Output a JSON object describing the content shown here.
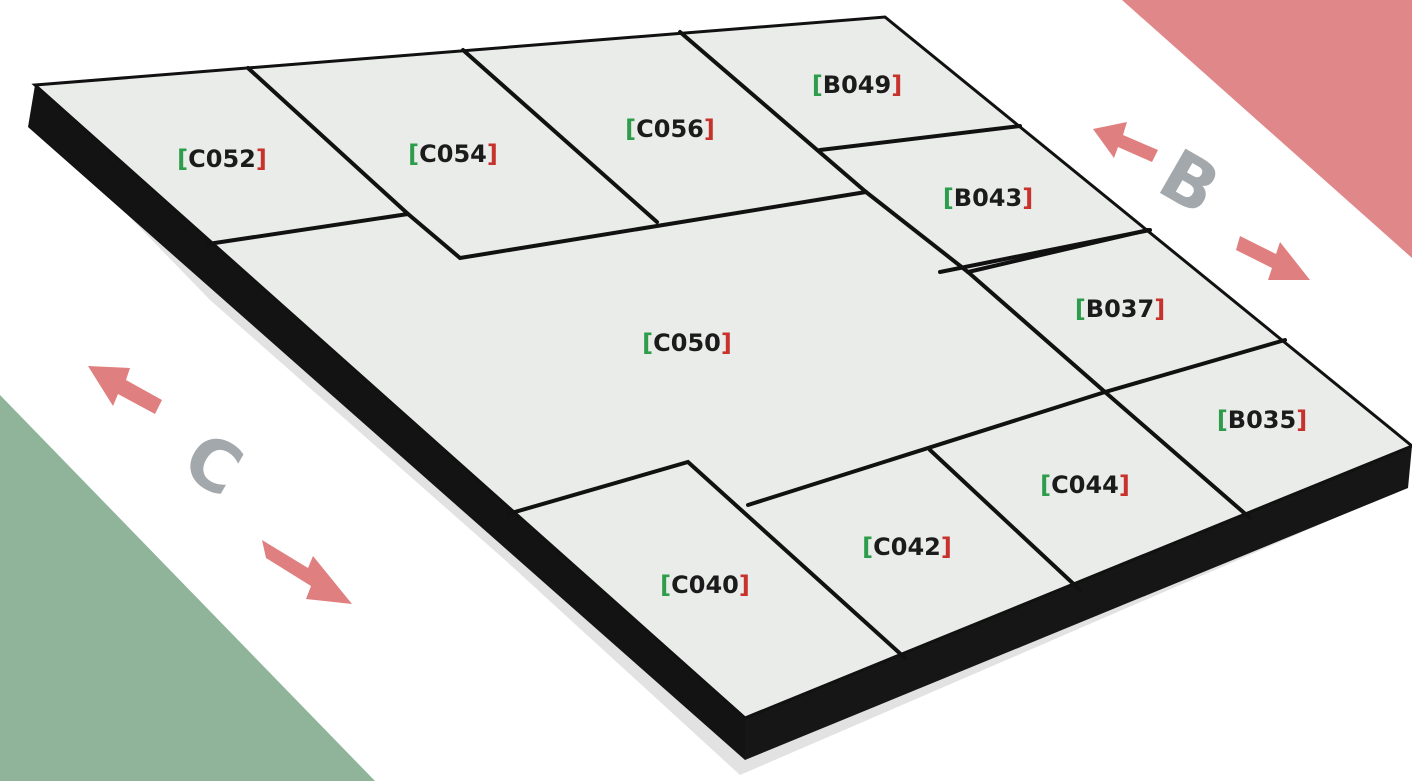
{
  "colors": {
    "bracket_open": "#2e9d4b",
    "bracket_close": "#c8322d",
    "label_text": "#1b1b1b",
    "tile_fill": "#eaecea",
    "slab_dark": "#131313",
    "arrow": "#e07f7f",
    "corner_red": "#e0878a",
    "corner_green": "#8fb49a",
    "axis_letter": "#a3a8ac"
  },
  "axes": {
    "b": {
      "letter": "B"
    },
    "c": {
      "letter": "C"
    }
  },
  "rooms": {
    "c052": {
      "open": "[",
      "code": "C052",
      "close": "]"
    },
    "c054": {
      "open": "[",
      "code": "C054",
      "close": "]"
    },
    "c056": {
      "open": "[",
      "code": "C056",
      "close": "]"
    },
    "b049": {
      "open": "[",
      "code": "B049",
      "close": "]"
    },
    "b043": {
      "open": "[",
      "code": "B043",
      "close": "]"
    },
    "b037": {
      "open": "[",
      "code": "B037",
      "close": "]"
    },
    "c050": {
      "open": "[",
      "code": "C050",
      "close": "]"
    },
    "b035": {
      "open": "[",
      "code": "B035",
      "close": "]"
    },
    "c044": {
      "open": "[",
      "code": "C044",
      "close": "]"
    },
    "c042": {
      "open": "[",
      "code": "C042",
      "close": "]"
    },
    "c040": {
      "open": "[",
      "code": "C040",
      "close": "]"
    }
  }
}
